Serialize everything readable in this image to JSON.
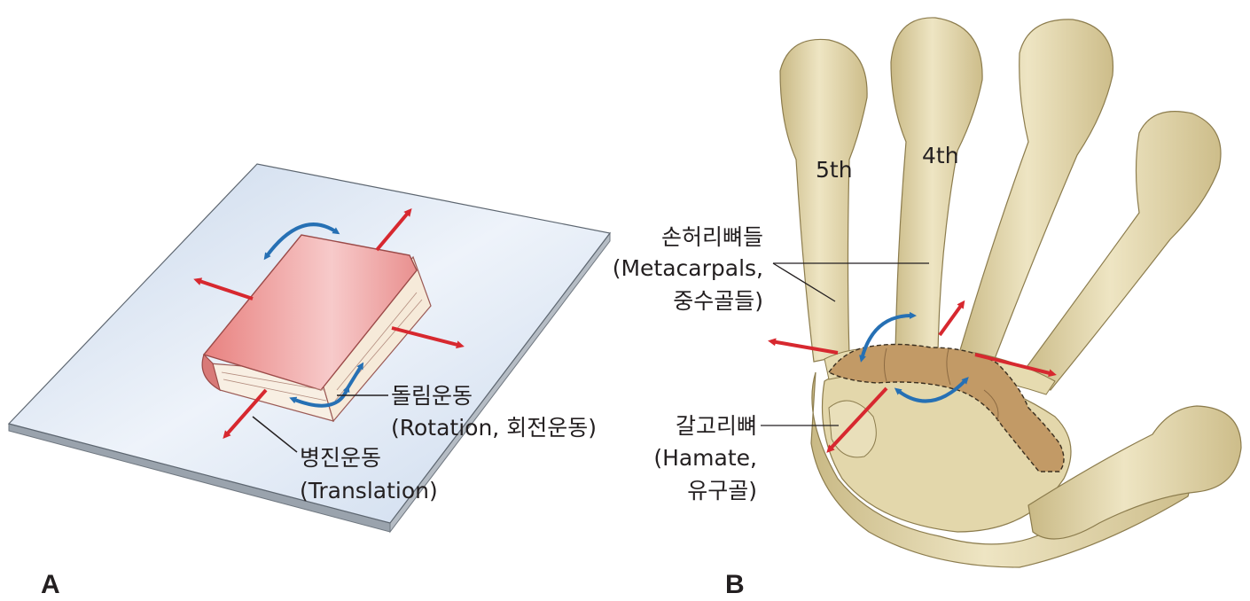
{
  "panels": {
    "a": {
      "letter": "A",
      "rotation_label": {
        "line1": "돌림운동",
        "line2": "(Rotation, 회전운동)"
      },
      "translation_label": {
        "line1": "병진운동",
        "line2": "(Translation)"
      }
    },
    "b": {
      "letter": "B",
      "finger_labels": {
        "fifth": "5th",
        "fourth": "4th"
      },
      "metacarpals_label": {
        "line1": "손허리뼈들",
        "line2": "(Metacarpals,",
        "line3": "중수골들)"
      },
      "hamate_label": {
        "line1": "갈고리뼈",
        "line2": "(Hamate,",
        "line3": "유구골)"
      }
    }
  },
  "colors": {
    "translation_arrow": "#d7282f",
    "rotation_arrow": "#2670b4",
    "bone": "#e6dbb0",
    "bone_shadow": "#c2b27a",
    "hamate": "#bf9868",
    "plane": "#dde8f4",
    "book": "#eea3a3"
  }
}
